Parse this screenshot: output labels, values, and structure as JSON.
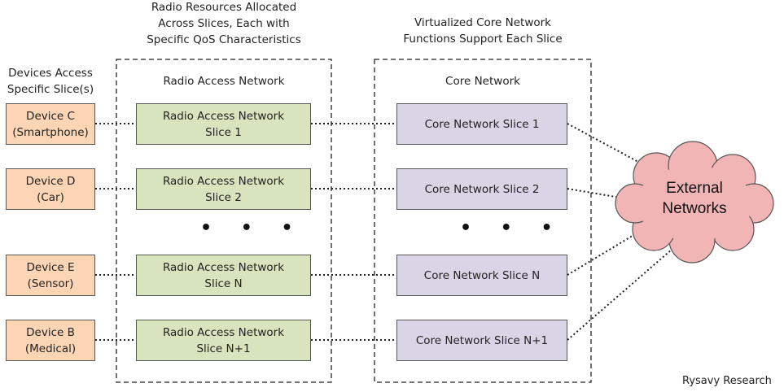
{
  "headings": {
    "radio_resources": "Radio Resources Allocated\nAcross Slices, Each with\nSpecific QoS Characteristics",
    "virtualized_core": "Virtualized Core Network\nFunctions Support Each Slice",
    "devices_access": "Devices Access\nSpecific Slice(s)"
  },
  "groups": {
    "ran_title": "Radio Access Network",
    "core_title": "Core Network"
  },
  "devices": [
    {
      "label": "Device C\n(Smartphone)"
    },
    {
      "label": "Device D\n(Car)"
    },
    {
      "label": "Device E\n(Sensor)"
    },
    {
      "label": "Device B\n(Medical)"
    }
  ],
  "ran_slices": [
    {
      "label": "Radio Access Network\nSlice 1"
    },
    {
      "label": "Radio Access Network\nSlice 2"
    },
    {
      "label": "Radio Access Network\nSlice N"
    },
    {
      "label": "Radio Access Network\nSlice N+1"
    }
  ],
  "core_slices": [
    {
      "label": "Core Network Slice 1"
    },
    {
      "label": "Core Network Slice 2"
    },
    {
      "label": "Core Network Slice N"
    },
    {
      "label": "Core Network Slice N+1"
    }
  ],
  "ellipsis": {
    "ran": "• • •",
    "core": "• • •"
  },
  "external": {
    "label": "External\nNetworks",
    "fill": "#f2b5b5"
  },
  "credit": "Rysavy Research",
  "colors": {
    "device": "#fcd5b5",
    "ran": "#d7e4bd",
    "core": "#d9d4e6"
  }
}
